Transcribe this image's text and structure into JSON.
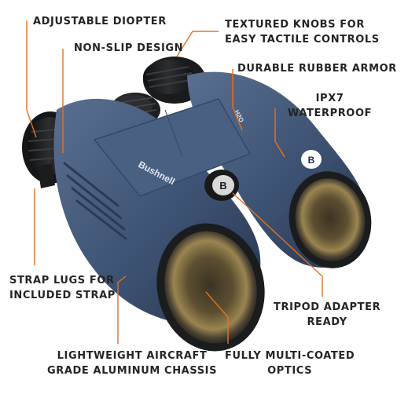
{
  "brand": {
    "logo_text": "Bushnell",
    "emblem_letter": "B",
    "model_mark": "H2O"
  },
  "callouts": {
    "adjustable_diopter": [
      "ADJUSTABLE DIOPTER"
    ],
    "non_slip_design": [
      "NON-SLIP DESIGN"
    ],
    "textured_knobs": [
      "TEXTURED KNOBS FOR",
      "EASY TACTILE CONTROLS"
    ],
    "rubber_armor": [
      "DURABLE RUBBER ARMOR"
    ],
    "waterproof": [
      "IPX7",
      "WATERPROOF"
    ],
    "strap_lugs": [
      "STRAP LUGS FOR",
      "INCLUDED STRAP"
    ],
    "tripod_adapter": [
      "TRIPOD ADAPTER",
      "READY"
    ],
    "aluminum_chassis": [
      "LIGHTWEIGHT AIRCRAFT",
      "GRADE ALUMINUM CHASSIS"
    ],
    "optics": [
      "FULLY MULTI-COATED",
      "OPTICS"
    ]
  },
  "colors": {
    "leader_line": "#e8701f",
    "text": "#222426",
    "body_blue": "#3a5070",
    "body_blue_light": "#566b8c",
    "body_blue_dark": "#1f2c40",
    "rubber_black": "#1b1c1e",
    "lens_gold": "#8a7540"
  }
}
